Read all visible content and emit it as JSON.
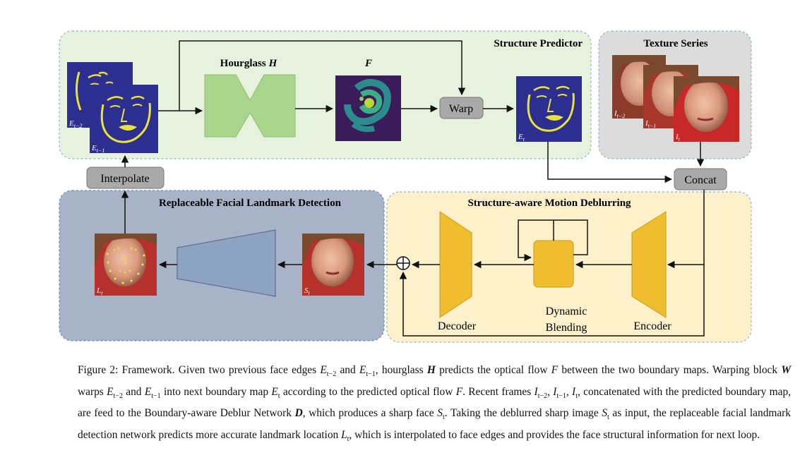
{
  "figure": {
    "structure_predictor": {
      "title": "Structure Predictor"
    },
    "texture_series": {
      "title": "Texture Series"
    },
    "hourglass": {
      "label": "Hourglass",
      "symbol": "H"
    },
    "flow": {
      "symbol": "F"
    },
    "warp": {
      "label": "Warp"
    },
    "interpolate": {
      "label": "Interpolate"
    },
    "concat": {
      "label": "Concat"
    },
    "landmark_panel": {
      "title": "Replaceable Facial Landmark Detection"
    },
    "deblur_panel": {
      "title": "Structure-aware Motion Deblurring"
    },
    "decoder": {
      "label": "Decoder"
    },
    "encoder": {
      "label": "Encoder"
    },
    "dynamic_blending": {
      "line1": "Dynamic",
      "line2": "Blending"
    },
    "image_labels": {
      "e_t2": "E",
      "e_t2_sub": "t−2",
      "e_t1": "E",
      "e_t1_sub": "t−1",
      "e_t": "E",
      "e_t_sub": "t",
      "i_t2": "I",
      "i_t2_sub": "t−2",
      "i_t1": "I",
      "i_t1_sub": "t−1",
      "i_t": "I",
      "i_t_sub": "t",
      "s_t": "S",
      "s_t_sub": "t",
      "l_t": "L",
      "l_t_sub": "t"
    },
    "colors": {
      "green_panel": "#e6f2dd",
      "gray_panel": "#dcdcdc",
      "blue_panel": "#a8b3c8",
      "yellow_panel": "#fdf1cc",
      "hourglass_green": "#a9d58c",
      "gold": "#f0bd2e",
      "edge_map_bg": "#2c2f8f",
      "edge_yellow": "#e8e23a",
      "trapezoid_blue": "#8ea3c2"
    }
  },
  "caption": {
    "figure_label": "Figure 2:",
    "p1": " Framework. Given two previous face edges ",
    "p2": " and ",
    "p3": ", hourglass ",
    "p4": " predicts the optical flow ",
    "p5": " between the two boundary maps. Warping block ",
    "p6": " warps ",
    "p7": " and ",
    "p8": " into next boundary map ",
    "p9": " according to the predicted optical flow ",
    "p10": ". Recent frames ",
    "p11": ", concatenated with the predicted boundary map, are feed to the Boundary-aware Deblur Network ",
    "p12": ", which produces a sharp face ",
    "p13": ". Taking the deblurred sharp image ",
    "p14": " as input, the replaceable facial landmark detection network predicts more accurate landmark location ",
    "p15": ", which is interpolated to face edges and provides the face structural information for next loop.",
    "sym_H": "H",
    "sym_W": "W",
    "sym_D": "D",
    "sym_F": "F",
    "sym_E": "E",
    "sym_I": "I",
    "sym_S": "S",
    "sym_L": "L",
    "sub_t2": "t−2",
    "sub_t1": "t−1",
    "sub_t": "t"
  }
}
